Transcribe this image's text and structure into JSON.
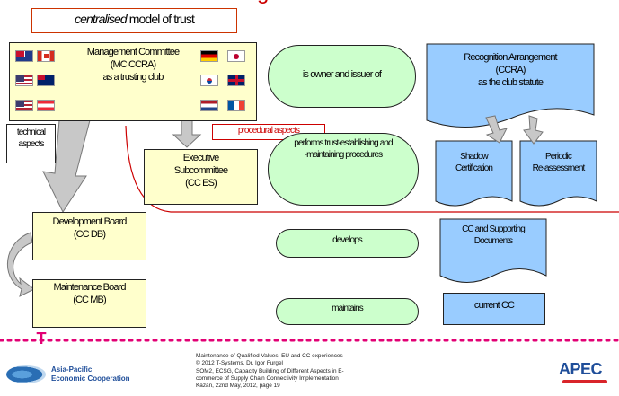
{
  "header": {
    "title": "centralised model of trust",
    "title_prefix": "centralised",
    "title_rest": " model of trust"
  },
  "management": {
    "line1": "Management Committee",
    "line2": "(MC CCRA)",
    "line3": "as a trusting club"
  },
  "flags": [
    "australia",
    "canada",
    "germany",
    "japan",
    "usa",
    "new-zealand",
    "korea",
    "uk",
    "usa",
    "austria",
    "netherlands",
    "france"
  ],
  "owner_pill": "is owner and issuer of",
  "recognition": {
    "line1": "Recognition Arrangement",
    "line2": "(CCRA)",
    "line3": "as the club statute"
  },
  "technical": {
    "line1": "technical",
    "line2": "aspects"
  },
  "procedural": "procedural aspects",
  "executive": {
    "line1": "Executive",
    "line2": "Subcommittee",
    "line3": "(CC ES)"
  },
  "performs_pill": {
    "line1": "performs trust-establishing and",
    "line2": "-maintaining procedures"
  },
  "shadow": {
    "line1": "Shadow",
    "line2": "Certification"
  },
  "periodic": {
    "line1": "Periodic",
    "line2": "Re-assessment"
  },
  "development": {
    "line1": "Development Board",
    "line2": "(CC DB)"
  },
  "develops_pill": "develops",
  "cc_docs": {
    "line1": "CC and Supporting",
    "line2": "Documents"
  },
  "maintenance": {
    "line1": "Maintenance Board",
    "line2": "(CC MB)"
  },
  "maintains_pill": "maintains",
  "current_cc": "current CC",
  "footer": {
    "logo_t": "T",
    "apec_left_line1": "Asia-Pacific",
    "apec_left_line2": "Economic Cooperation",
    "apec_right": "APEC",
    "lines": [
      "Maintenance of Qualified Values: EU and CC experiences",
      "© 2012 T-Systems, Dr. Igor Furgel",
      "SOM2, ECSG, Capacity Building of Different Aspects in E-",
      "commerce of Supply Chain Connectivity Implementation",
      "Kazan, 22nd May, 2012, page 19"
    ]
  },
  "colors": {
    "yellow": "#ffffcc",
    "green": "#ccffcc",
    "blue": "#99ccff",
    "red": "#cc0000",
    "magenta": "#e20074",
    "title_red": "#cc0000"
  }
}
